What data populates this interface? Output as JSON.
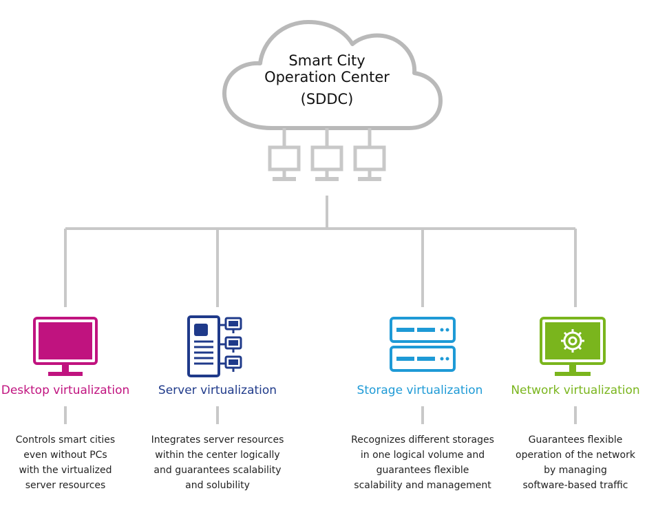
{
  "cloud": {
    "title": "Smart City\nOperation Center",
    "subtitle": "(SDDC)"
  },
  "colors": {
    "line": "#c8c8c8",
    "desktop": "#c0137f",
    "server": "#1f3a8a",
    "storage": "#1e9ad6",
    "network": "#7ab51d"
  },
  "categories": [
    {
      "icon": "monitor-icon",
      "title": "Desktop virtualization",
      "description": "Controls smart cities\neven without PCs\nwith the virtualized\nserver resources"
    },
    {
      "icon": "server-network-icon",
      "title": "Server virtualization",
      "description": "Integrates server resources\nwithin the center logically\nand guarantees scalability\nand solubility"
    },
    {
      "icon": "storage-server-icon",
      "title": "Storage virtualization",
      "description": "Recognizes different storages\nin one logical volume and\nguarantees flexible\nscalability and management"
    },
    {
      "icon": "gear-monitor-icon",
      "title": "Network virtualization",
      "description": "Guarantees flexible\noperation of the network\nby managing\nsoftware-based traffic"
    }
  ]
}
